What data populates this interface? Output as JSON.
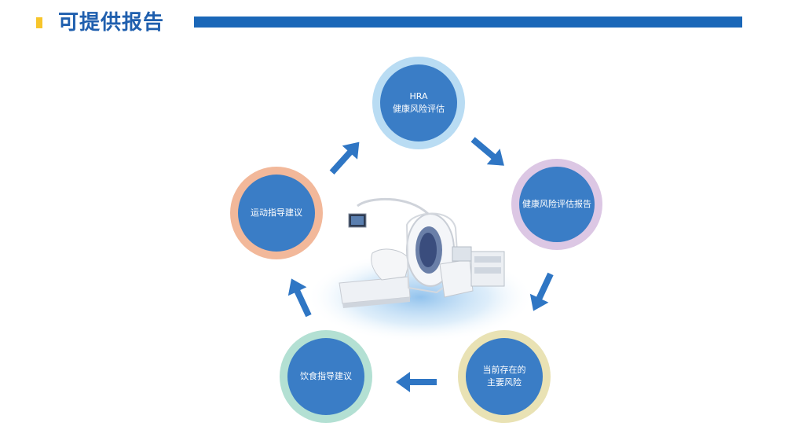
{
  "header": {
    "title": "可提供报告"
  },
  "nodes": [
    {
      "id": "hra",
      "lines": [
        "HRA",
        "健康风险评估"
      ]
    },
    {
      "id": "report",
      "lines": [
        "健康风险评估报告"
      ]
    },
    {
      "id": "risks",
      "lines": [
        "当前存在的",
        "主要风险"
      ]
    },
    {
      "id": "diet",
      "lines": [
        "饮食指导建议"
      ]
    },
    {
      "id": "exercise",
      "lines": [
        "运动指导建议"
      ]
    }
  ],
  "colors": {
    "title_text": "#1f5fae",
    "title_marker": "#f7c52b",
    "title_bar": "#1a67b8",
    "node_fill": "#3a7dc6",
    "ring_hra": "#b9dcf3",
    "ring_report": "#dcc7e4",
    "ring_risks": "#e9e2b4",
    "ring_diet": "#b3e0d3",
    "ring_exercise": "#f2b89a",
    "arrow": "#2f76c4"
  },
  "icons": {
    "flow_arrow": "arrow-icon",
    "center_image": "health-scanner-icon"
  }
}
